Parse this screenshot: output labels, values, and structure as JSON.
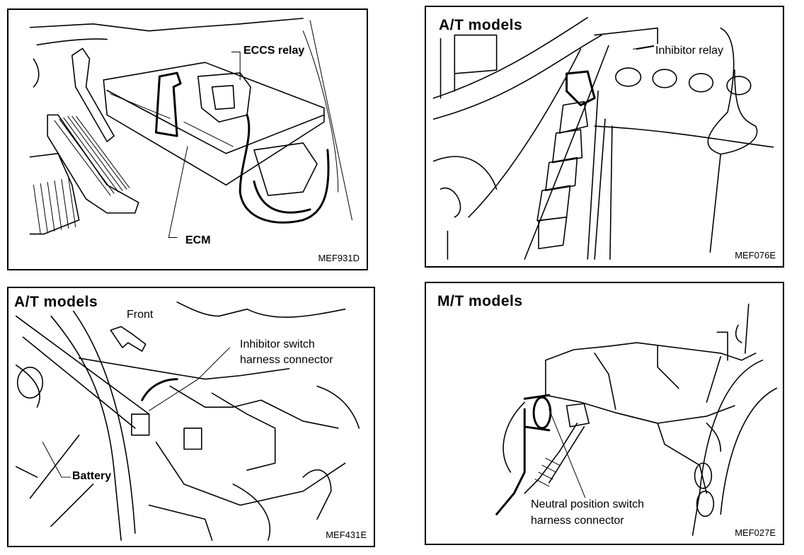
{
  "figures": [
    {
      "id": "MEF931D",
      "title": "",
      "labels": {
        "relay": "ECCS relay",
        "module": "ECM"
      },
      "code": "MEF931D"
    },
    {
      "id": "MEF076E",
      "title": "A/T models",
      "labels": {
        "relay": "Inhibitor relay"
      },
      "code": "MEF076E"
    },
    {
      "id": "MEF431E",
      "title": "A/T models",
      "labels": {
        "direction": "Front",
        "connector_line1": "Inhibitor switch",
        "connector_line2": "harness connector",
        "battery": "Battery"
      },
      "code": "MEF431E"
    },
    {
      "id": "MEF027E",
      "title": "M/T models",
      "labels": {
        "connector_line1": "Neutral position switch",
        "connector_line2": "harness connector"
      },
      "code": "MEF027E"
    }
  ],
  "icons": {
    "front_arrow": "arrow-up-left-icon"
  }
}
